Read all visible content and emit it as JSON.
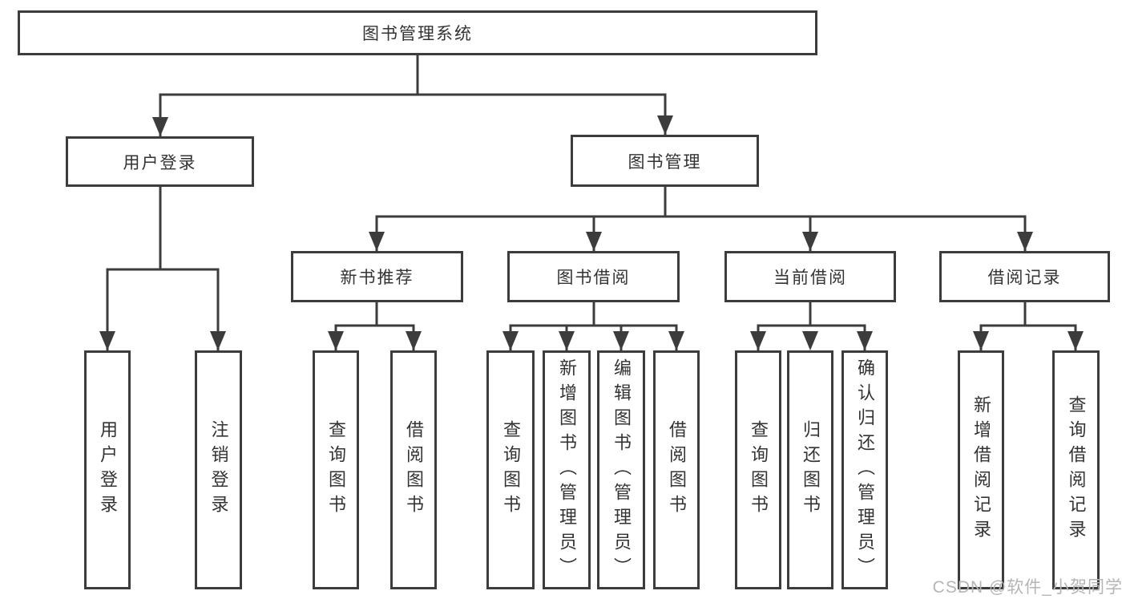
{
  "colors": {
    "line": "#3c3c3c",
    "box_border": "#3c3c3c",
    "text": "#333333",
    "watermark": "#b5b5b5",
    "background": "#ffffff"
  },
  "watermark": {
    "text": "CSDN @软件_小贺同学"
  },
  "tree": {
    "root": {
      "label": "图书管理系统"
    },
    "branches": [
      {
        "label": "用户登录",
        "children": [
          {
            "label": "用户登录"
          },
          {
            "label": "注销登录"
          }
        ]
      },
      {
        "label": "图书管理",
        "children": [
          {
            "label": "新书推荐",
            "children": [
              {
                "label": "查询图书"
              },
              {
                "label": "借阅图书"
              }
            ]
          },
          {
            "label": "图书借阅",
            "children": [
              {
                "label": "查询图书"
              },
              {
                "label": "新增图书（管理员）"
              },
              {
                "label": "编辑图书（管理员）"
              },
              {
                "label": "借阅图书"
              }
            ]
          },
          {
            "label": "当前借阅",
            "children": [
              {
                "label": "查询图书"
              },
              {
                "label": "归还图书"
              },
              {
                "label": "确认归还（管理员）"
              }
            ]
          },
          {
            "label": "借阅记录",
            "children": [
              {
                "label": "新增借阅记录"
              },
              {
                "label": "查询借阅记录"
              }
            ]
          }
        ]
      }
    ]
  }
}
